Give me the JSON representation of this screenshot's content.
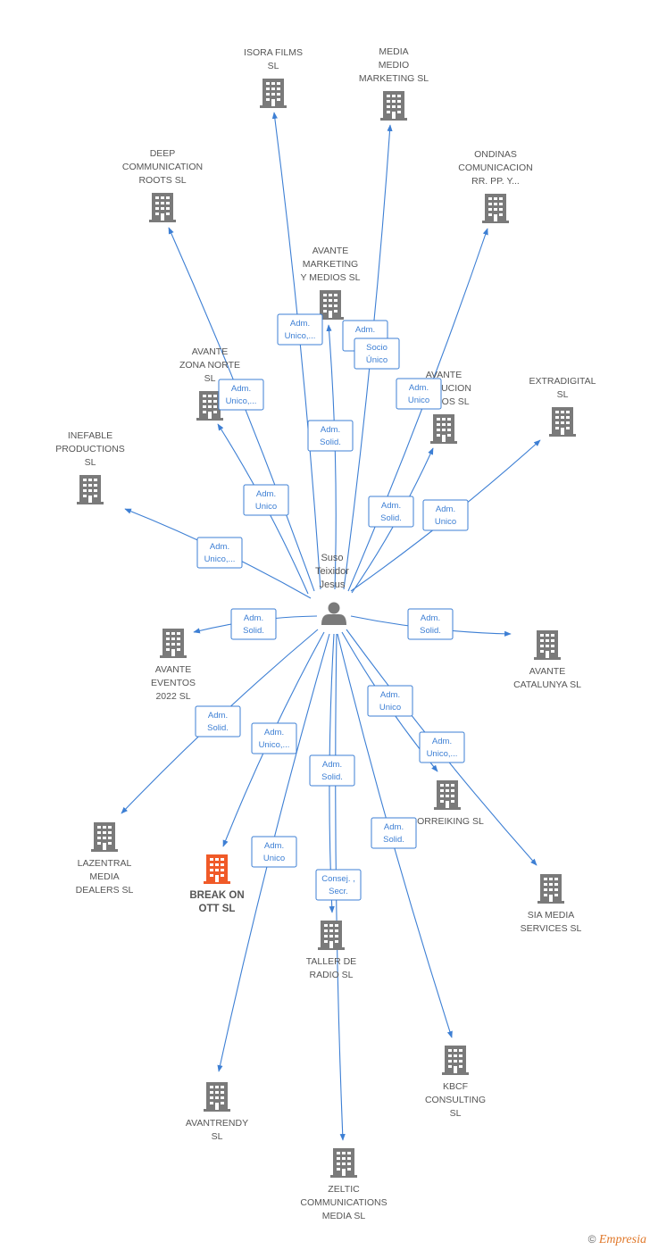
{
  "center": {
    "label_lines": [
      "Suso",
      "Teixidor",
      "Jesus"
    ]
  },
  "colors": {
    "edge": "#3d7fd4",
    "building": "#7a7a7a",
    "highlight": "#f05a28"
  },
  "nodes": [
    {
      "id": "isora",
      "label_lines": [
        "ISORA FILMS",
        "SL"
      ],
      "highlight": false
    },
    {
      "id": "media-medio",
      "label_lines": [
        "MEDIA",
        "MEDIO",
        "MARKETING SL"
      ],
      "highlight": false
    },
    {
      "id": "deep",
      "label_lines": [
        "DEEP",
        "COMMUNICATION",
        "ROOTS SL"
      ],
      "highlight": false
    },
    {
      "id": "ondinas",
      "label_lines": [
        "ONDINAS",
        "COMUNICACION",
        "RR. PP. Y..."
      ],
      "highlight": false
    },
    {
      "id": "avante-marketing",
      "label_lines": [
        "AVANTE",
        "MARKETING",
        "Y MEDIOS SL"
      ],
      "highlight": false
    },
    {
      "id": "avante-zona",
      "label_lines": [
        "AVANTE",
        "ZONA NORTE",
        "SL"
      ],
      "highlight": false
    },
    {
      "id": "avante-evolucion",
      "label_lines": [
        "AVANTE",
        "EVOLUCION",
        "MEDIOS SL"
      ],
      "highlight": false
    },
    {
      "id": "extradigital",
      "label_lines": [
        "EXTRADIGITAL",
        "SL"
      ],
      "highlight": false
    },
    {
      "id": "inefable",
      "label_lines": [
        "INEFABLE",
        "PRODUCTIONS",
        "SL"
      ],
      "highlight": false
    },
    {
      "id": "avante-eventos",
      "label_lines": [
        "AVANTE",
        "EVENTOS",
        "2022 SL"
      ],
      "highlight": false
    },
    {
      "id": "avante-catalunya",
      "label_lines": [
        "AVANTE",
        "CATALUNYA SL"
      ],
      "highlight": false
    },
    {
      "id": "lazentral",
      "label_lines": [
        "LAZENTRAL",
        "MEDIA",
        "DEALERS SL"
      ],
      "highlight": false
    },
    {
      "id": "break-on",
      "label_lines": [
        "BREAK ON",
        "OTT SL"
      ],
      "highlight": true
    },
    {
      "id": "sorreiking",
      "label_lines": [
        "SORREIKING SL"
      ],
      "highlight": false
    },
    {
      "id": "sia",
      "label_lines": [
        "SIA MEDIA",
        "SERVICES SL"
      ],
      "highlight": false
    },
    {
      "id": "taller",
      "label_lines": [
        "TALLER DE",
        "RADIO SL"
      ],
      "highlight": false
    },
    {
      "id": "kbcf",
      "label_lines": [
        "KBCF",
        "CONSULTING",
        "SL"
      ],
      "highlight": false
    },
    {
      "id": "avantrendy",
      "label_lines": [
        "AVANTRENDY",
        "SL"
      ],
      "highlight": false
    },
    {
      "id": "zeltic",
      "label_lines": [
        "ZELTIC",
        "COMMUNICATIONS",
        "MEDIA SL"
      ],
      "highlight": false
    }
  ],
  "edges": [
    {
      "to": "isora",
      "label_lines": [
        "Adm.",
        "Unico,..."
      ]
    },
    {
      "to": "media-medio",
      "label_lines": [
        "Adm.",
        "Solid."
      ]
    },
    {
      "to": "deep",
      "label_lines": [
        "Adm.",
        "Unico,..."
      ]
    },
    {
      "to": "ondinas",
      "label_lines": [
        "Socio",
        "Único"
      ]
    },
    {
      "to": "avante-marketing",
      "label_lines": [
        "Adm.",
        "Solid."
      ]
    },
    {
      "to": "avante-zona",
      "label_lines": [
        "Adm.",
        "Unico"
      ]
    },
    {
      "to": "avante-evolucion",
      "label_lines": [
        "Adm.",
        "Solid."
      ]
    },
    {
      "to": "extradigital",
      "label_lines": [
        "Adm.",
        "Unico"
      ]
    },
    {
      "to": "inefable",
      "label_lines": [
        "Adm.",
        "Unico,..."
      ]
    },
    {
      "to": "avante-eventos",
      "label_lines": [
        "Adm.",
        "Solid."
      ]
    },
    {
      "to": "avante-catalunya",
      "label_lines": [
        "Adm.",
        "Solid."
      ]
    },
    {
      "to": "lazentral",
      "label_lines": [
        "Adm.",
        "Solid."
      ]
    },
    {
      "to": "break-on",
      "label_lines": [
        "Adm.",
        "Unico,..."
      ]
    },
    {
      "to": "sorreiking",
      "label_lines": [
        "Adm.",
        "Unico"
      ]
    },
    {
      "to": "sia",
      "label_lines": [
        "Adm.",
        "Unico,..."
      ]
    },
    {
      "to": "taller",
      "label_lines": [
        "Adm.",
        "Solid."
      ]
    },
    {
      "to": "kbcf",
      "label_lines": [
        "Adm.",
        "Solid."
      ]
    },
    {
      "to": "avantrendy",
      "label_lines": [
        "Adm.",
        "Unico"
      ]
    },
    {
      "to": "zeltic",
      "label_lines": [
        "Consej. ,",
        "Secr."
      ]
    },
    {
      "to": "avante-evolucion",
      "label_lines": [
        "Adm.",
        "Unico"
      ]
    },
    {
      "to": "media-medio",
      "label_lines": [
        "Adm.",
        "S..."
      ]
    }
  ],
  "watermark": {
    "copyright": "©",
    "brand": "Empresia"
  }
}
